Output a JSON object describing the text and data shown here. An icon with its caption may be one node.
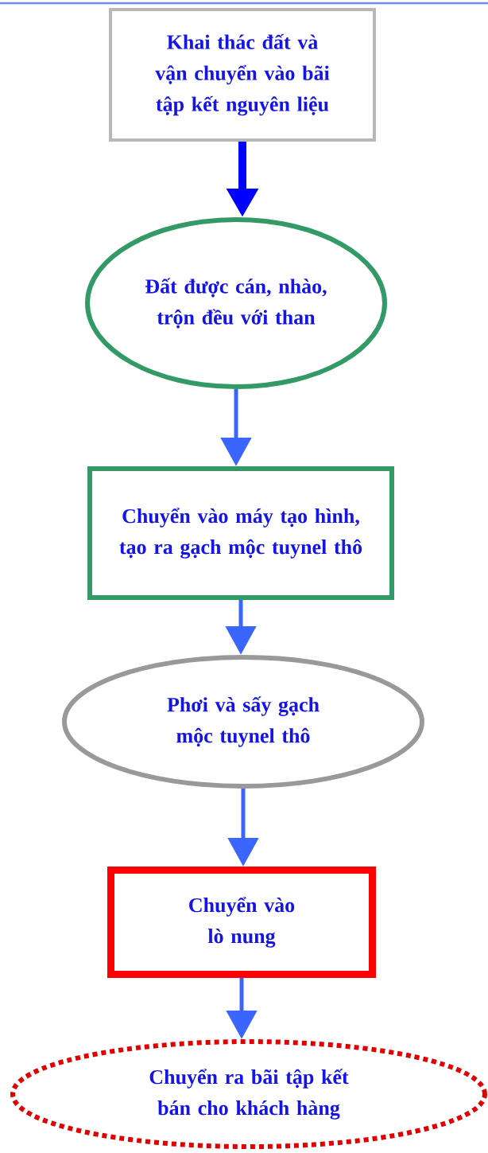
{
  "diagram": {
    "nodes": [
      {
        "text": [
          "Khai thác đất và vận chuyển vào bãi tập kết nguyên liệu"
        ]
      },
      {
        "text": [
          "Đất được cán, nhào, trộn đều với than"
        ]
      },
      {
        "text": [
          "Chuyển vào máy tạo hình, tạo ra gạch mộc tuynel thô"
        ]
      },
      {
        "text": [
          "Phơi và sấy gạch mộc tuynel thô"
        ]
      },
      {
        "text": [
          "Chuyển vào lò nung"
        ]
      },
      {
        "text": [
          "Chuyển ra bãi tập kết bán cho khách hàng"
        ]
      }
    ],
    "edges": [
      {
        "from": 0,
        "to": 1,
        "arrow": "to",
        "style": "thick",
        "color": "#0000ff"
      },
      {
        "from": 1,
        "to": 2,
        "arrow": "to"
      },
      {
        "from": 2,
        "to": 3,
        "arrow": "to"
      },
      {
        "from": 3,
        "to": 4,
        "arrow": "to"
      },
      {
        "from": 4,
        "to": 5,
        "arrow": "to"
      }
    ]
  }
}
